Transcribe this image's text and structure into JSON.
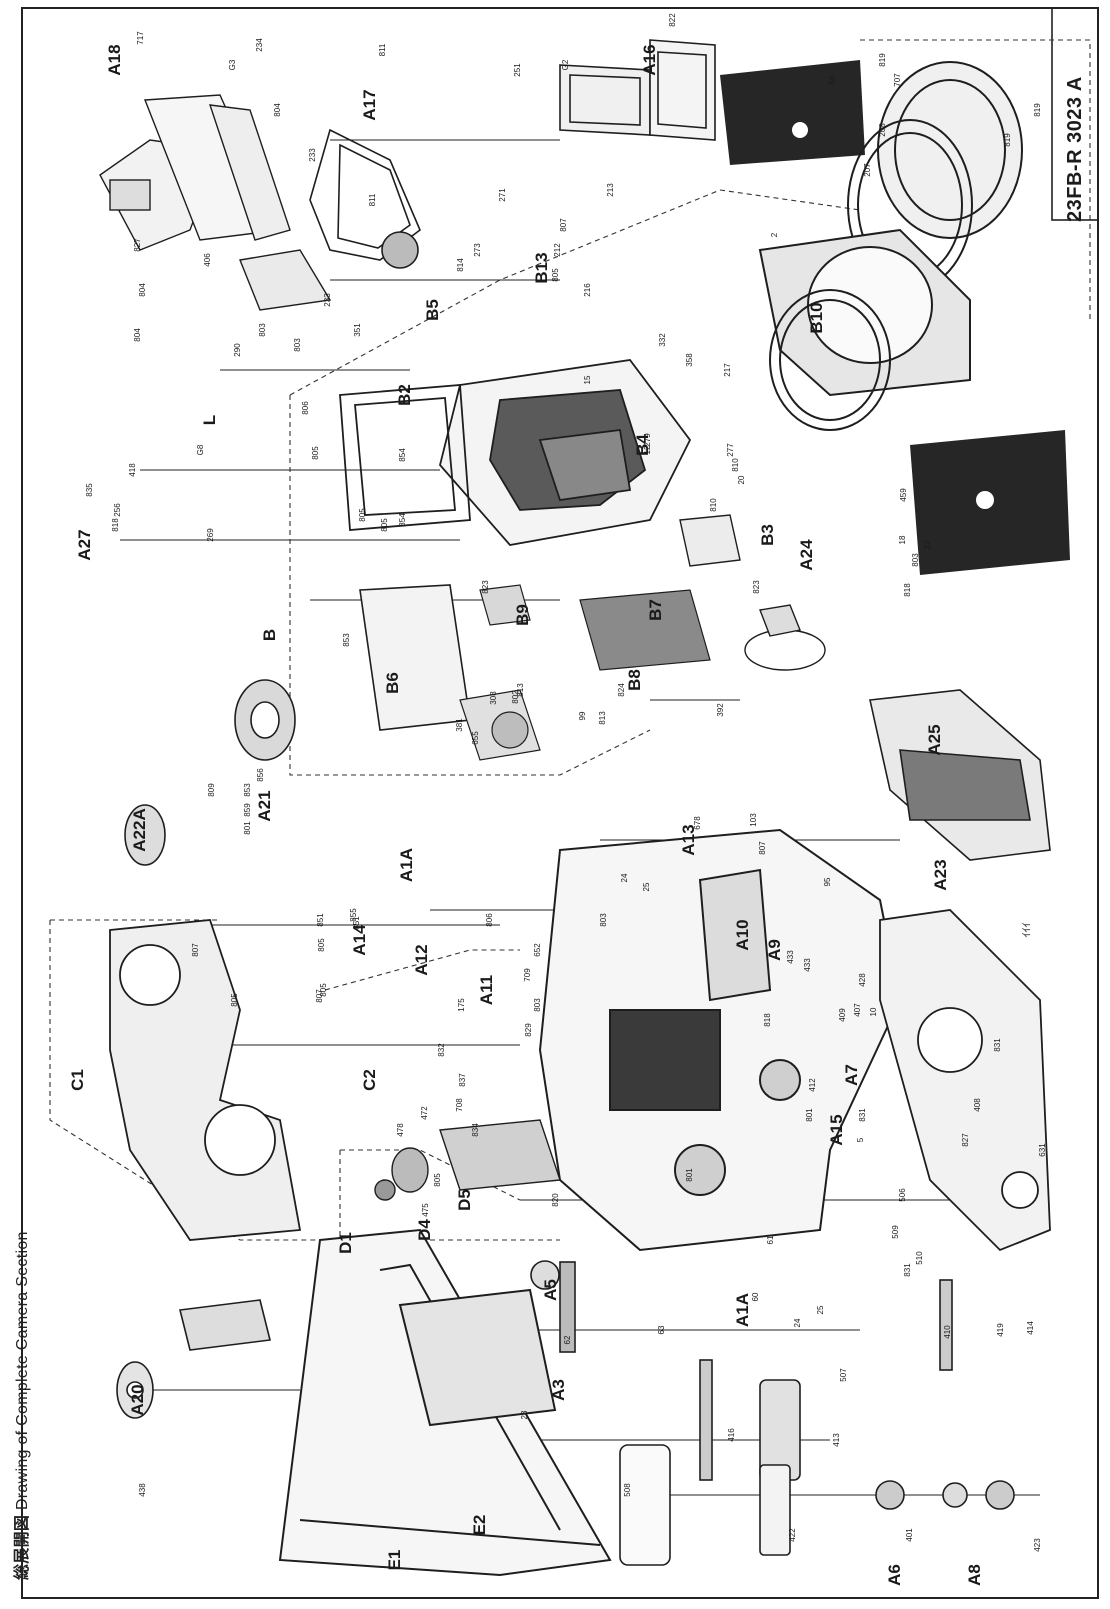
{
  "document": {
    "doc_id": "23FB-R 3023 A",
    "caption_jp": "総展開図",
    "caption_en": "Drawing of Complete Camera Section"
  },
  "group_labels": [
    "A18",
    "A17",
    "A16",
    "L",
    "A27",
    "B",
    "B2",
    "B5",
    "B13",
    "B10",
    "B4",
    "B3",
    "A24",
    "B9",
    "B7",
    "B8",
    "B6",
    "A21",
    "A22A",
    "A25",
    "A13",
    "A1A",
    "A14",
    "A12",
    "C1",
    "A11",
    "C2",
    "A10",
    "A9",
    "A7",
    "A15",
    "A23",
    "D4",
    "D5",
    "D1",
    "A1A",
    "A5",
    "A3",
    "E1",
    "E2",
    "A20",
    "A6",
    "A8"
  ],
  "part_numbers": [
    "717",
    "234",
    "G3",
    "804",
    "811",
    "233",
    "827",
    "804",
    "406",
    "804",
    "811",
    "803",
    "233",
    "803",
    "290",
    "G8",
    "418",
    "835",
    "256",
    "269",
    "818",
    "805",
    "806",
    "854",
    "805",
    "854",
    "805",
    "351",
    "814",
    "273",
    "271",
    "807",
    "805",
    "216",
    "212",
    "213",
    "G2",
    "251",
    "822",
    "56",
    "819",
    "707",
    "819",
    "208",
    "819",
    "207",
    "2",
    "332",
    "358",
    "217",
    "18",
    "15",
    "12",
    "279",
    "277",
    "810",
    "810",
    "20",
    "818",
    "803",
    "22",
    "459",
    "823",
    "823",
    "308",
    "802",
    "824",
    "392",
    "99",
    "813",
    "813",
    "381",
    "655",
    "853",
    "856",
    "853",
    "859",
    "801",
    "809",
    "807",
    "851",
    "805",
    "855",
    "851",
    "807",
    "805",
    "652",
    "829",
    "806",
    "175",
    "805",
    "837",
    "832",
    "708",
    "709",
    "803",
    "803",
    "24",
    "25",
    "678",
    "103",
    "807",
    "95",
    "818",
    "433",
    "433",
    "428",
    "407",
    "409",
    "10",
    "412",
    "831",
    "831",
    "831",
    "631",
    "408",
    "827",
    "5",
    "801",
    "478",
    "472",
    "805",
    "475",
    "834",
    "820",
    "801",
    "61",
    "62",
    "63",
    "60",
    "24",
    "25",
    "506",
    "510",
    "509",
    "410",
    "419",
    "414",
    "23",
    "416",
    "413",
    "507",
    "438",
    "508",
    "422",
    "401",
    "423"
  ],
  "footnote_glyph": "ｲｲｲ"
}
